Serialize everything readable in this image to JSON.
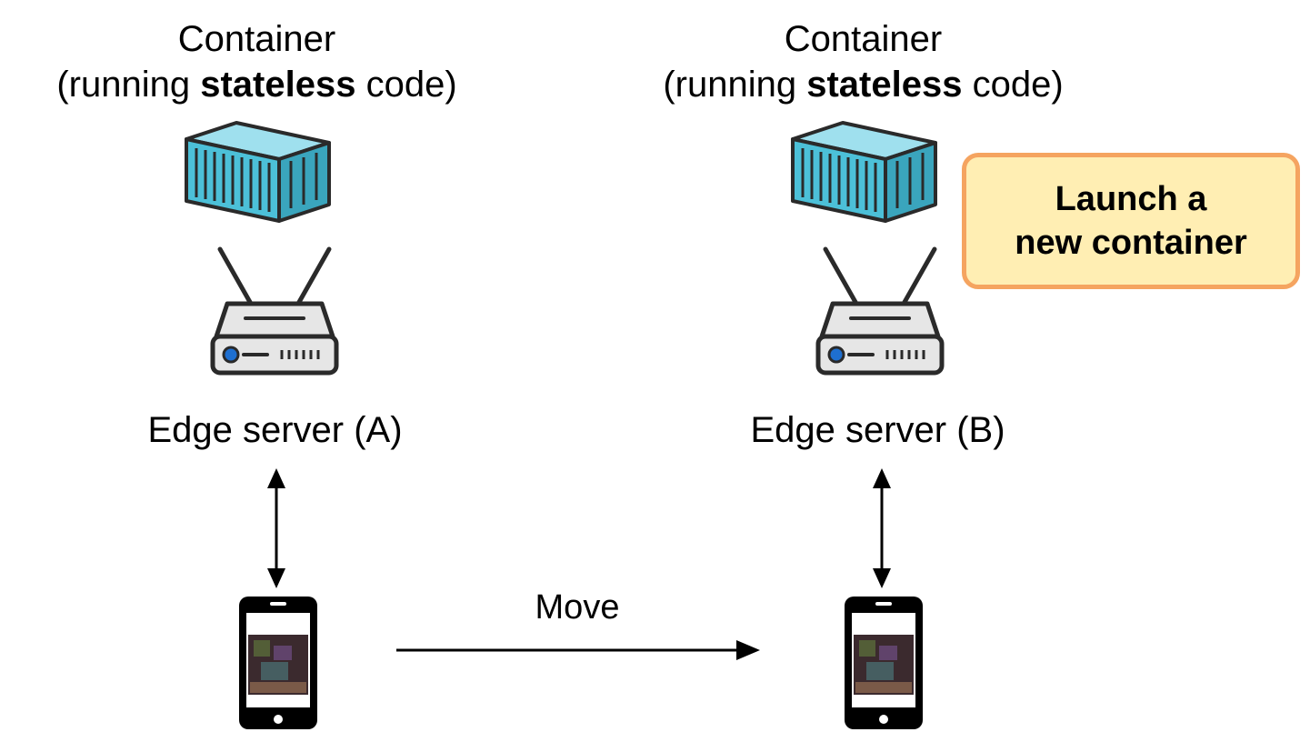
{
  "left": {
    "container_title_line1": "Container",
    "container_title_pre": "(running ",
    "container_title_bold": "stateless",
    "container_title_post": " code)",
    "server_label": "Edge server (A)"
  },
  "right": {
    "container_title_line1": "Container",
    "container_title_pre": "(running ",
    "container_title_bold": "stateless",
    "container_title_post": " code)",
    "server_label": "Edge server (B)"
  },
  "callout": {
    "line1": "Launch a",
    "line2": "new container"
  },
  "move_label": "Move",
  "colors": {
    "container_fill": "#4cc0d8",
    "container_dark": "#3aa5bd",
    "container_light": "#9fe0ee",
    "router_fill": "#e6e6e6",
    "router_led": "#1e6fd0",
    "callout_fill": "#ffeeb3",
    "callout_border": "#f5a460",
    "outline": "#2a2a2a"
  },
  "icons": [
    "container-icon",
    "router-icon",
    "smartphone-icon"
  ]
}
